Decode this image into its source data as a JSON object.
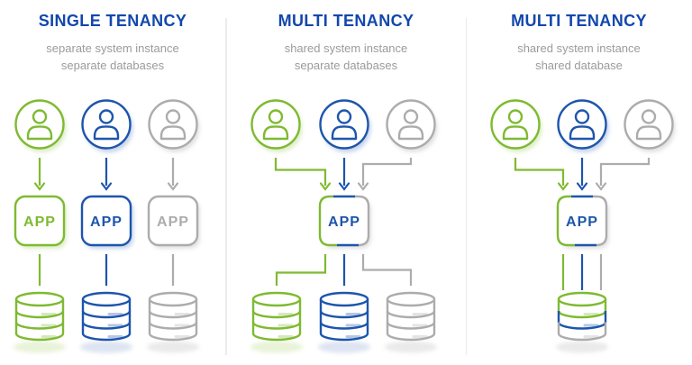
{
  "page": {
    "background": "#ffffff"
  },
  "colors": {
    "green": "#7eba31",
    "blue": "#1d55ac",
    "gray": "#acacac",
    "title_blue": "#1247ad",
    "subtitle_gray": "#9b9b9b",
    "divider_gray": "#ebebf0"
  },
  "columns": [
    {
      "title": "SINGLE TENANCY",
      "subtitle_line1": "separate system instance",
      "subtitle_line2": "separate databases",
      "app_label": "APP",
      "tenants": [
        "green",
        "blue",
        "gray"
      ],
      "app_instances": [
        "green",
        "blue",
        "gray"
      ],
      "databases": [
        "green",
        "blue",
        "gray"
      ],
      "structure": "each user connects to its own app instance and its own database"
    },
    {
      "title": "MULTI TENANCY",
      "subtitle_line1": "shared system instance",
      "subtitle_line2": "separate databases",
      "app_label": "APP",
      "tenants": [
        "green",
        "blue",
        "gray"
      ],
      "app_instances": [
        "shared"
      ],
      "databases": [
        "green",
        "blue",
        "gray"
      ],
      "structure": "all users connect to one shared app which connects to a separate database per tenant"
    },
    {
      "title": "MULTI TENANCY",
      "subtitle_line1": "shared system instance",
      "subtitle_line2": "shared database",
      "app_label": "APP",
      "tenants": [
        "green",
        "blue",
        "gray"
      ],
      "app_instances": [
        "shared"
      ],
      "databases": [
        "shared"
      ],
      "structure": "all users connect to one shared app which connects to one shared database"
    }
  ]
}
